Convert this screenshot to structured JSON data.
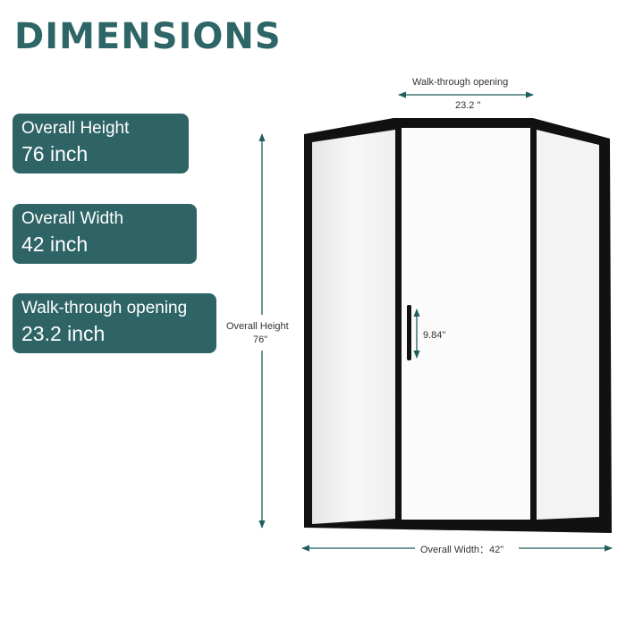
{
  "title": "DIMENSIONS",
  "cards": {
    "height": {
      "label": "Overall Height",
      "value": "76 inch"
    },
    "width": {
      "label": "Overall Width",
      "value": "42 inch"
    },
    "opening": {
      "label": "Walk-through opening",
      "value": "23.2 inch"
    }
  },
  "diagram": {
    "walk_label": "Walk-through opening",
    "walk_value": "23.2 \"",
    "height_label": "Overall Height",
    "height_value": "76\"",
    "handle_value": "9.84\"",
    "width_label": "Overall Width：42\""
  },
  "colors": {
    "accent": "#2f6466",
    "frame": "#111111",
    "dimension_arrow": "#1f5e5e"
  }
}
